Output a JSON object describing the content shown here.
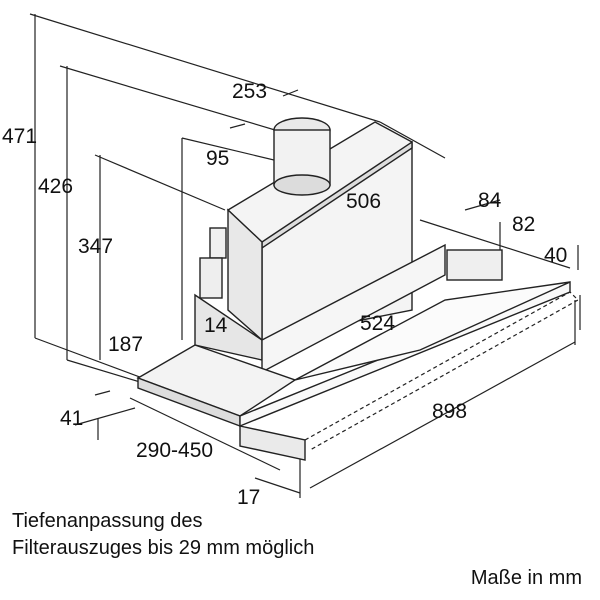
{
  "dimensions": {
    "total_height": "471",
    "height_426": "426",
    "height_347": "347",
    "chimney_width": "253",
    "chimney_offset": "95",
    "body_depth": "506",
    "side_84": "84",
    "side_82": "82",
    "front_40": "40",
    "wall_14": "14",
    "body_width": "524",
    "depth_187": "187",
    "front_41": "41",
    "width_898": "898",
    "extract_range": "290-450",
    "front_17": "17"
  },
  "note_line1": "Tiefenanpassung des",
  "note_line2": "Filterauszuges bis 29 mm möglich",
  "units_label": "Maße in mm"
}
